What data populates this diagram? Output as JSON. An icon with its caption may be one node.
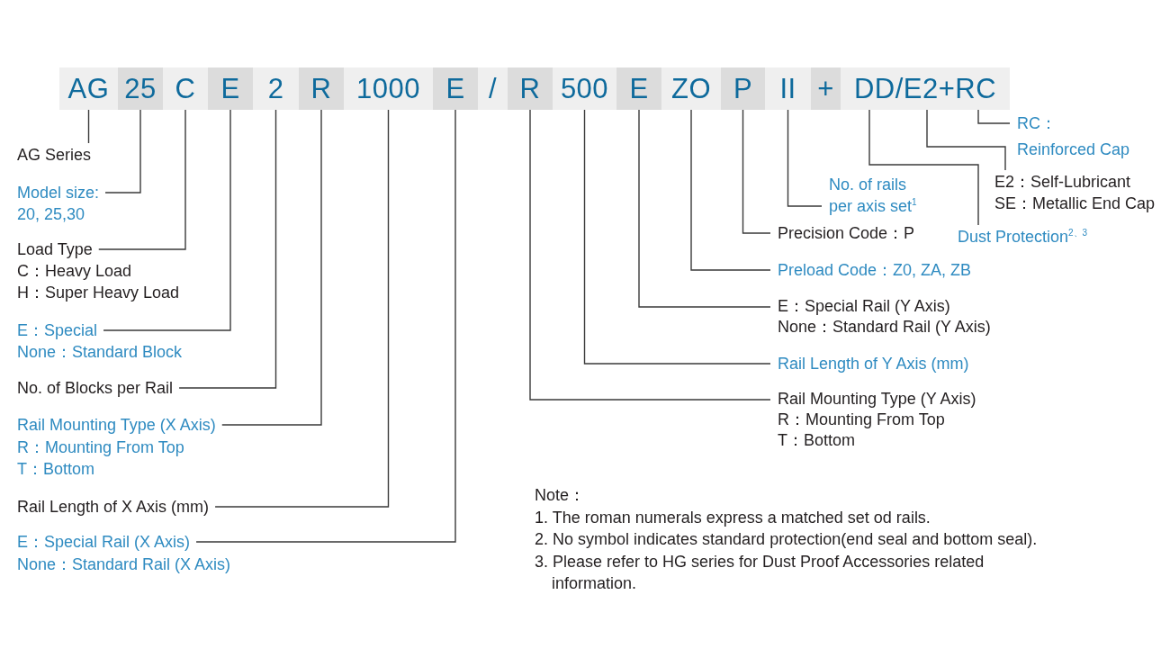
{
  "diagram": {
    "nodes": [
      {
        "text": [
          "AG"
        ]
      },
      {
        "text": [
          "25"
        ]
      },
      {
        "text": [
          "C"
        ]
      },
      {
        "text": [
          "E"
        ]
      },
      {
        "text": [
          "2"
        ]
      },
      {
        "text": [
          "R"
        ]
      },
      {
        "text": [
          "1000"
        ]
      },
      {
        "text": [
          "E"
        ]
      },
      {
        "text": [
          "/"
        ]
      },
      {
        "text": [
          "R"
        ]
      },
      {
        "text": [
          "500"
        ]
      },
      {
        "text": [
          "E"
        ]
      },
      {
        "text": [
          "ZO"
        ]
      },
      {
        "text": [
          "P"
        ]
      },
      {
        "text": [
          "II"
        ]
      },
      {
        "text": [
          "+"
        ]
      },
      {
        "text": [
          "DD/E2+RC"
        ]
      },
      {
        "text": [
          "AG Series"
        ]
      },
      {
        "text": [
          "Model size:",
          "20, 25,30"
        ]
      },
      {
        "text": [
          "Load Type",
          "C：Heavy Load",
          "H：Super Heavy Load"
        ]
      },
      {
        "text": [
          "E：Special",
          "None：Standard Block"
        ]
      },
      {
        "text": [
          "No. of Blocks per Rail"
        ]
      },
      {
        "text": [
          "Rail Mounting Type (X Axis)",
          "R：Mounting From Top",
          "T：Bottom"
        ]
      },
      {
        "text": [
          "Rail Length of X Axis (mm)"
        ]
      },
      {
        "text": [
          "E：Special Rail (X Axis)",
          "None：Standard Rail (X Axis)"
        ]
      },
      {
        "text": [
          "RC：",
          "Reinforced Cap"
        ]
      },
      {
        "text": [
          "E2：Self-Lubricant",
          "SE：Metallic End Cap"
        ]
      },
      {
        "text": [
          "No. of rails per axis set$^{1}$"
        ]
      },
      {
        "text": [
          "Precision Code：P"
        ]
      },
      {
        "text": [
          "Dust Protection$^{2、3}$"
        ]
      },
      {
        "text": [
          "Preload Code：Z0, ZA, ZB"
        ]
      },
      {
        "text": [
          "E：Special Rail (Y Axis)",
          "None：Standard Rail (Y Axis)"
        ]
      },
      {
        "text": [
          "Rail Length of Y Axis (mm)"
        ]
      },
      {
        "text": [
          "Rail Mounting Type (Y Axis)",
          "R：Mounting From Top",
          "T：Bottom"
        ]
      }
    ],
    "edges": [
      {
        "from": 17,
        "to": 0,
        "arrow": "none"
      },
      {
        "from": 18,
        "to": 1,
        "arrow": "none"
      },
      {
        "from": 19,
        "to": 2,
        "arrow": "none"
      },
      {
        "from": 20,
        "to": 3,
        "arrow": "none"
      },
      {
        "from": 21,
        "to": 4,
        "arrow": "none"
      },
      {
        "from": 22,
        "to": 5,
        "arrow": "none"
      },
      {
        "from": 23,
        "to": 6,
        "arrow": "none"
      },
      {
        "from": 24,
        "to": 7,
        "arrow": "none"
      },
      {
        "from": 25,
        "to": 16,
        "arrow": "none"
      },
      {
        "from": 26,
        "to": 16,
        "arrow": "none"
      },
      {
        "from": 27,
        "to": 14,
        "arrow": "none"
      },
      {
        "from": 28,
        "to": 13,
        "arrow": "none"
      },
      {
        "from": 29,
        "to": 16,
        "arrow": "none"
      },
      {
        "from": 30,
        "to": 12,
        "arrow": "none"
      },
      {
        "from": 31,
        "to": 11,
        "arrow": "none"
      },
      {
        "from": 32,
        "to": 10,
        "arrow": "none"
      },
      {
        "from": 33,
        "to": 9,
        "arrow": "none"
      }
    ],
    "labels": [
      "Note：",
      "1. The roman numerals express a matched set od rails.",
      "2. No symbol indicates standard protection(end seal and bottom seal).",
      "3. Please refer to HG series for Dust Proof Accessories related information."
    ]
  }
}
